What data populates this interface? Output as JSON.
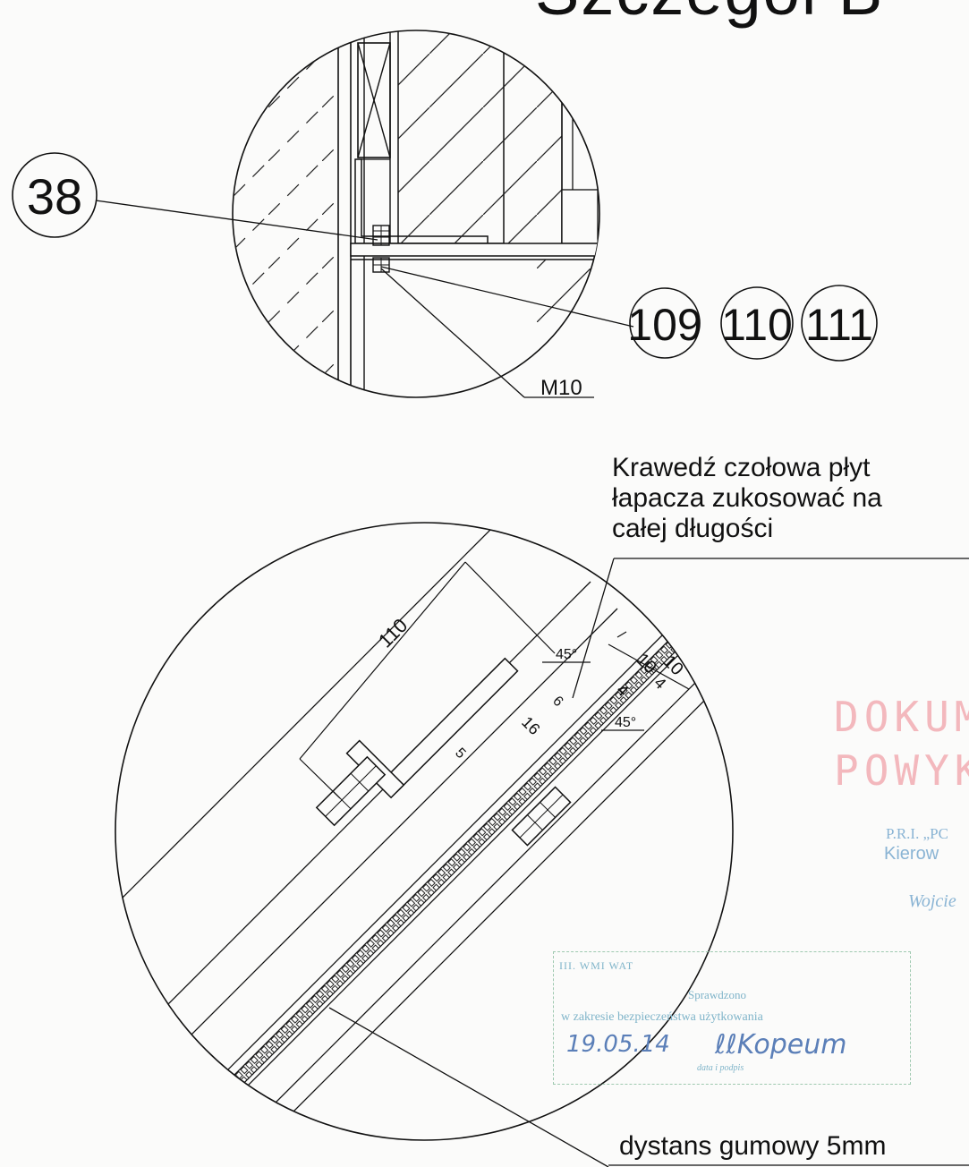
{
  "header": {
    "partial_title": "Szczegół B"
  },
  "detail_top": {
    "balloon_left": "38",
    "balloons_right": [
      "109",
      "110",
      "111"
    ],
    "thread_label": "M10"
  },
  "detail_bottom": {
    "note_lines": [
      "Krawedź czołowa płyt",
      "łapacza zukosować na",
      "całej długości"
    ],
    "dims": {
      "length": "110",
      "chamfer_angle_top": "45°",
      "chamfer_angle_bottom": "45°",
      "plate_thickness_1": "10",
      "plate_thickness_2": "10",
      "gap_1": "4",
      "gap_2": "4",
      "offset": "16",
      "small_a": "6",
      "small_b": "5"
    },
    "spacer_note": "dystans gumowy 5mm"
  },
  "stamps": {
    "red_line1": "DOKUM",
    "red_line2": "POWYK",
    "blue_line1": "P.R.I. „PC",
    "blue_line2": "Kierow",
    "blue_sign": "Wojcie",
    "box_header": "III. WMI WAT",
    "box_line1": "Sprawdzono",
    "box_line2": "w zakresie bezpieczeństwa użytkowania",
    "box_date": "19.05.14",
    "box_caption": "data i podpis"
  },
  "colors": {
    "ink": "#111111",
    "stamp_red": "#f3b8bd",
    "stamp_blue": "#8ab4d4"
  }
}
